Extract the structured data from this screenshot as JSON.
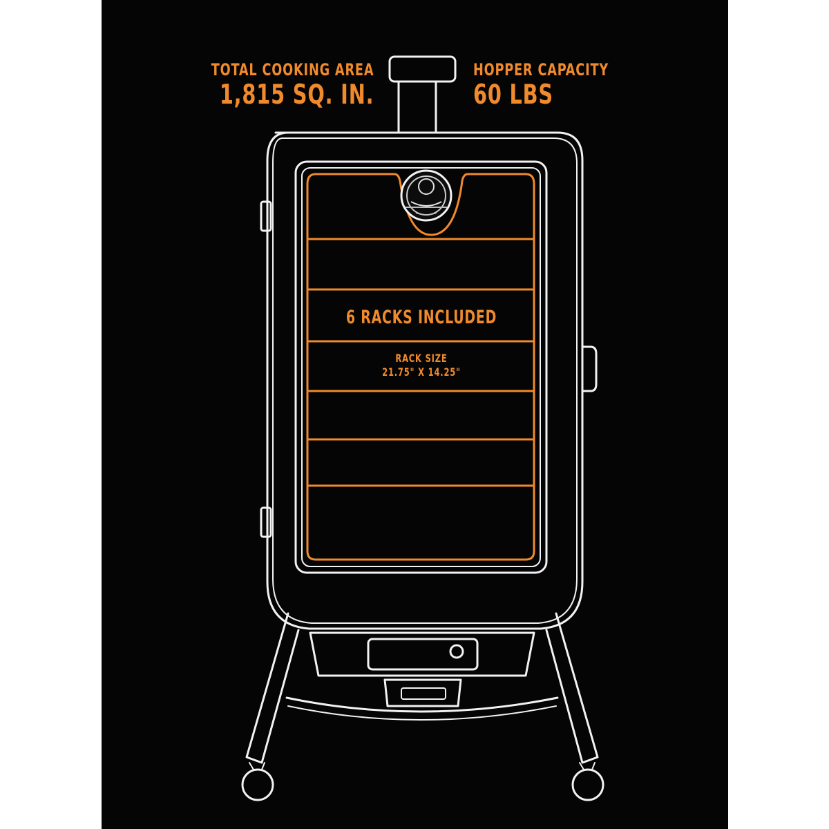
{
  "specs": {
    "cooking_area": {
      "label": "TOTAL COOKING AREA",
      "value": "1,815 SQ. IN."
    },
    "hopper": {
      "label": "HOPPER CAPACITY",
      "value": "60 LBS"
    }
  },
  "racks": {
    "title": "6 RACKS INCLUDED",
    "count": 6,
    "size_label": "RACK SIZE",
    "size_value": "21.75\" X 14.25\""
  },
  "colors": {
    "background": "#050505",
    "outline": "#f2f2f2",
    "accent": "#f08a2c",
    "page_margin": "#ffffff"
  }
}
